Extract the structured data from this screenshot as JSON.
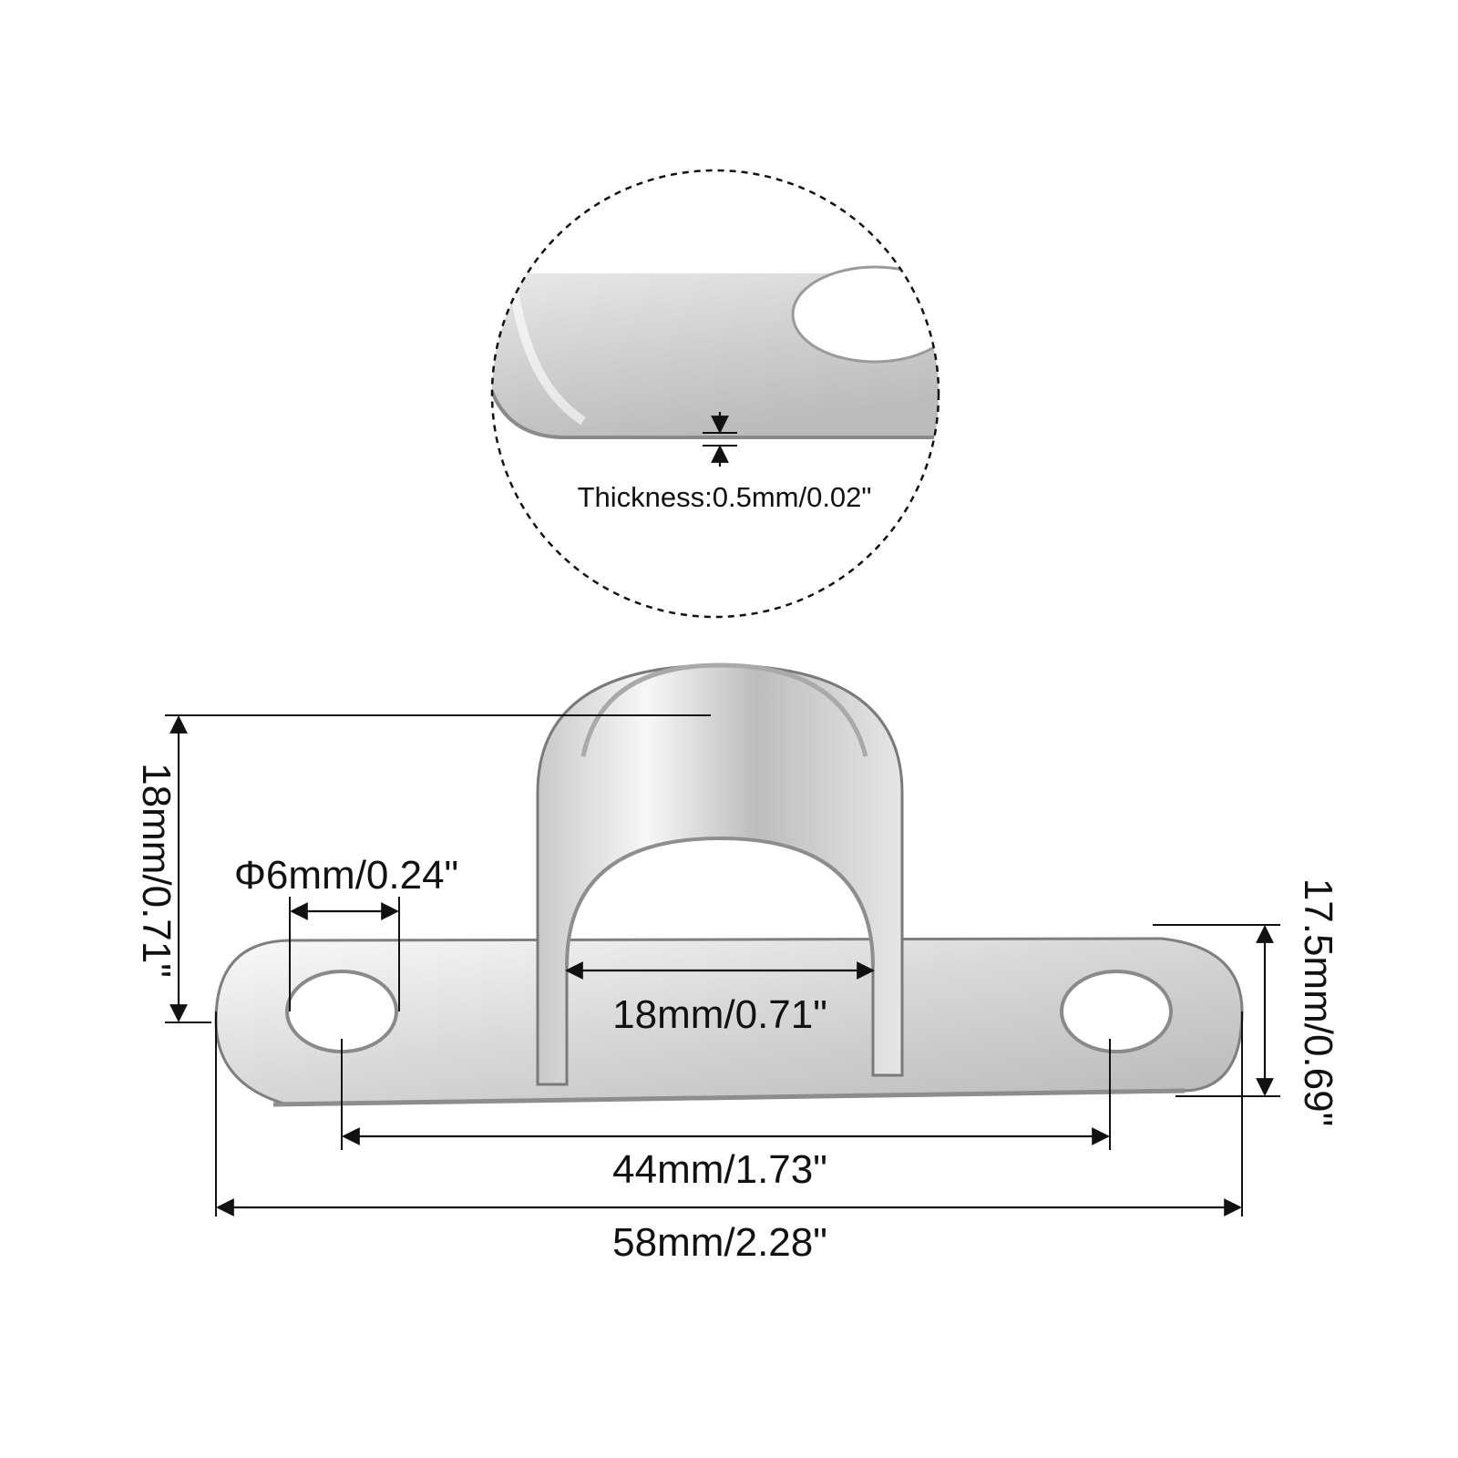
{
  "callout": {
    "thickness_label": "Thickness:0.5mm/0.02\""
  },
  "dimensions": {
    "height": "18mm/0.71\"",
    "hole_diameter": "Φ6mm/0.24\"",
    "inner_width": "18mm/0.71\"",
    "hole_spacing": "44mm/1.73\"",
    "overall_length": "58mm/2.28\"",
    "strap_width": "17.5mm/0.69\""
  },
  "colors": {
    "metal_light": "#f4f4f4",
    "metal_mid": "#d2d2d2",
    "metal_dark": "#9c9c9c",
    "line": "#111111"
  }
}
